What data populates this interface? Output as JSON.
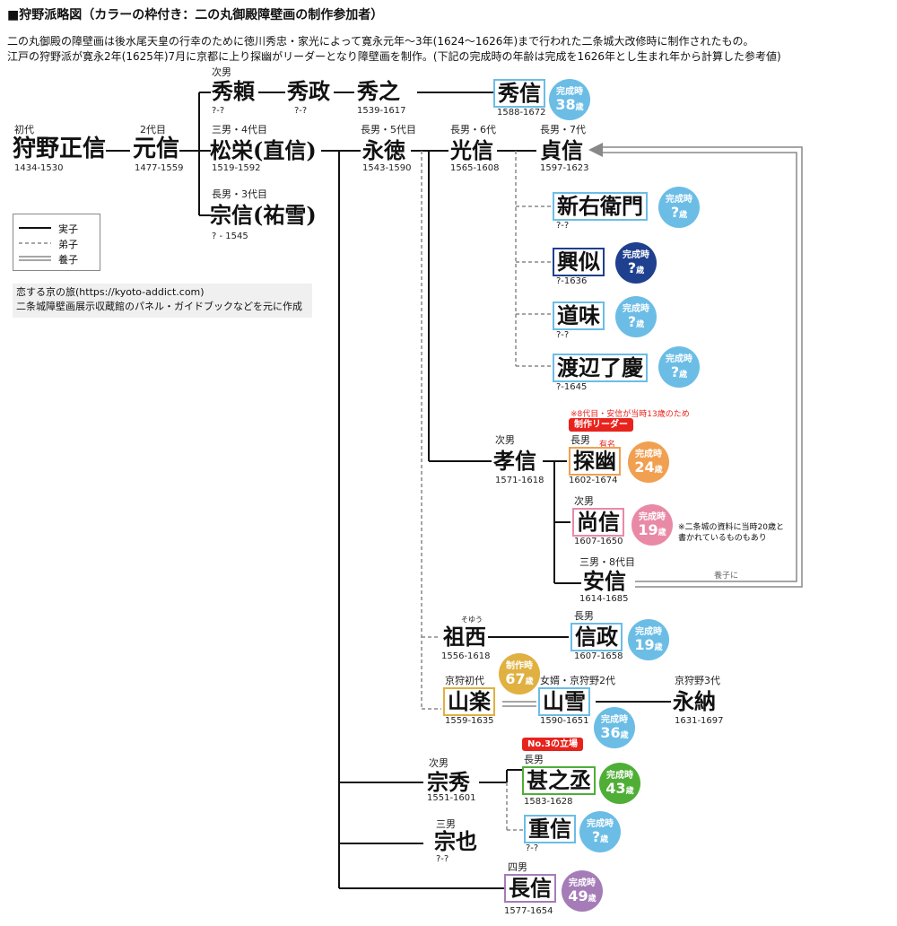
{
  "title": "■狩野派略図（カラーの枠付き：二の丸御殿障壁画の制作参加者）",
  "intro": [
    "二の丸御殿の障壁画は後水尾天皇の行幸のために徳川秀忠・家光によって寛永元年〜3年(1624〜1626年)まで行われた二条城大改修時に制作されたもの。",
    "江戸の狩野派が寛永2年(1625年)7月に京都に上り探幽がリーダーとなり障壁画を制作。(下記の完成時の年齢は完成を1626年とし生まれ年から計算した参考値)"
  ],
  "legend": {
    "real": "実子",
    "disciple": "弟子",
    "adopted": "養子"
  },
  "credit": [
    "恋する京の旅(https://kyoto-addict.com)",
    "二条城障壁画展示収蔵館のパネル・ガイドブックなどを元に作成"
  ],
  "colors": {
    "blue": "#6bbde6",
    "navy": "#1f3f8f",
    "orange": "#f0a050",
    "pink": "#e88aa6",
    "gold": "#e0b040",
    "green": "#4fae36",
    "purple": "#a57cb8",
    "red": "#e8231d"
  },
  "badge_top": "完成時",
  "badge_top_work": "制作時",
  "age_unit": "歳",
  "people": {
    "masanobu": {
      "tag": "初代",
      "name": "狩野正信",
      "years": "1434-1530"
    },
    "motonobu": {
      "tag": "2代目",
      "name": "元信",
      "years": "1477-1559"
    },
    "hideyori": {
      "tag": "次男",
      "name": "秀頼",
      "years": "?-?"
    },
    "hidemasa": {
      "name": "秀政",
      "years": "?-?"
    },
    "hideyuki": {
      "name": "秀之",
      "years": "1539-1617"
    },
    "hidenobu": {
      "name": "秀信",
      "years": "1588-1672",
      "age": "38"
    },
    "shoei": {
      "tag": "三男・4代目",
      "name": "松栄(直信)",
      "years": "1519-1592"
    },
    "munenobu": {
      "tag": "長男・3代目",
      "name": "宗信(祐雪)",
      "years": "? - 1545"
    },
    "eitoku": {
      "tag": "長男・5代目",
      "name": "永徳",
      "years": "1543-1590"
    },
    "mitsunobu": {
      "tag": "長男・6代",
      "name": "光信",
      "years": "1565-1608"
    },
    "sadanobu": {
      "tag": "長男・7代",
      "name": "貞信",
      "years": "1597-1623"
    },
    "shinuemon": {
      "name": "新右衛門",
      "years": "?-?",
      "age": "?"
    },
    "koji": {
      "name": "興似",
      "years": "?-1636",
      "age": "?"
    },
    "domi": {
      "name": "道味",
      "years": "?-?",
      "age": "?"
    },
    "ryokei": {
      "name": "渡辺了慶",
      "years": "?-1645",
      "age": "?"
    },
    "takanobu": {
      "tag": "次男",
      "name": "孝信",
      "years": "1571-1618"
    },
    "tanyu": {
      "tag": "長男",
      "name": "探幽",
      "years": "1602-1674",
      "age": "24",
      "note": "※8代目・安信が当時13歳のため",
      "leader": "制作リーダー",
      "famous": "有名"
    },
    "naonobu": {
      "tag": "次男",
      "name": "尚信",
      "years": "1607-1650",
      "age": "19",
      "note1": "※二条城の資料に当時20歳と",
      "note2": "書かれているものもあり"
    },
    "yasunobu": {
      "tag": "三男・8代目",
      "name": "安信",
      "years": "1614-1685",
      "adopt_note": "養子に"
    },
    "sosei": {
      "ruby": "そゆう",
      "name": "祖西",
      "years": "1556-1618"
    },
    "nobumasa": {
      "tag": "長男",
      "name": "信政",
      "years": "1607-1658",
      "age": "19"
    },
    "sanraku": {
      "tag": "京狩初代",
      "name": "山楽",
      "years": "1559-1635",
      "age": "67"
    },
    "sansetsu": {
      "tag": "女婿・京狩野2代",
      "name": "山雪",
      "years": "1590-1651",
      "age": "36"
    },
    "einou": {
      "tag": "京狩野3代",
      "name": "永納",
      "years": "1631-1697"
    },
    "soshu": {
      "tag": "次男",
      "name": "宗秀",
      "years": "1551-1601"
    },
    "jinnojo": {
      "tag": "長男",
      "name": "甚之丞",
      "years": "1583-1628",
      "age": "43",
      "role": "No.3の立場"
    },
    "shigenobu": {
      "name": "重信",
      "years": "?-?",
      "age": "?"
    },
    "munaya": {
      "tag": "三男",
      "name": "宗也",
      "years": "?-?"
    },
    "naganobu": {
      "tag": "四男",
      "name": "長信",
      "years": "1577-1654",
      "age": "49"
    }
  }
}
